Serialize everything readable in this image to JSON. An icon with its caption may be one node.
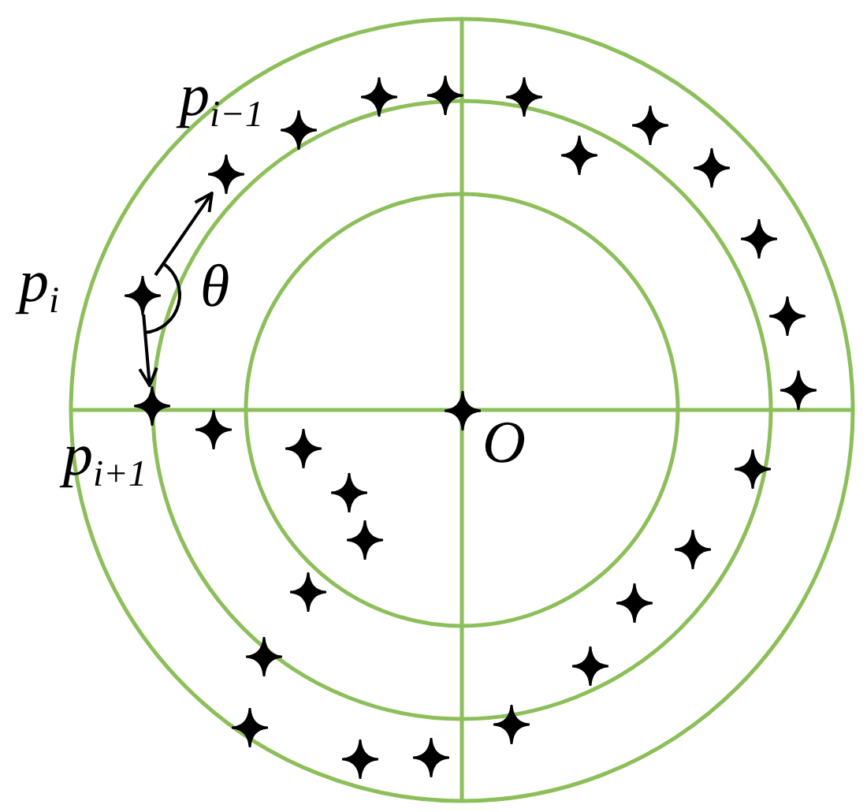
{
  "diagram": {
    "nodes": [
      {
        "text": [],
        "shape": "star"
      },
      {
        "text": [],
        "shape": "star"
      },
      {
        "text": [],
        "shape": "star"
      },
      {
        "text": [],
        "shape": "star"
      },
      {
        "text": [],
        "shape": "star"
      },
      {
        "text": [],
        "shape": "star"
      },
      {
        "text": [],
        "shape": "star"
      },
      {
        "text": [],
        "shape": "star",
        "beside": [
          "p$_{i−1}$"
        ]
      },
      {
        "text": [],
        "shape": "star"
      },
      {
        "text": [],
        "shape": "star",
        "beside": [
          "p$_{i}$"
        ]
      },
      {
        "text": [],
        "shape": "star"
      },
      {
        "text": [],
        "shape": "star"
      },
      {
        "text": [],
        "shape": "star",
        "beside": [
          "p$_{i+1}$"
        ]
      },
      {
        "text": [],
        "shape": "star",
        "beside": [
          "O"
        ]
      },
      {
        "text": [],
        "shape": "star"
      },
      {
        "text": [],
        "shape": "star"
      },
      {
        "text": [],
        "shape": "star"
      },
      {
        "text": [],
        "shape": "star"
      },
      {
        "text": [],
        "shape": "star"
      },
      {
        "text": [],
        "shape": "star"
      },
      {
        "text": [],
        "shape": "star"
      },
      {
        "text": [],
        "shape": "star"
      },
      {
        "text": [],
        "shape": "star"
      },
      {
        "text": [],
        "shape": "star"
      },
      {
        "text": [],
        "shape": "star"
      },
      {
        "text": [],
        "shape": "star"
      },
      {
        "text": [],
        "shape": "star"
      },
      {
        "text": [],
        "shape": "star"
      }
    ],
    "edges": [
      {
        "from": 9,
        "to": 7,
        "arrow": "to"
      },
      {
        "from": 9,
        "to": 12,
        "arrow": "to"
      }
    ],
    "labels": [
      "θ"
    ]
  }
}
